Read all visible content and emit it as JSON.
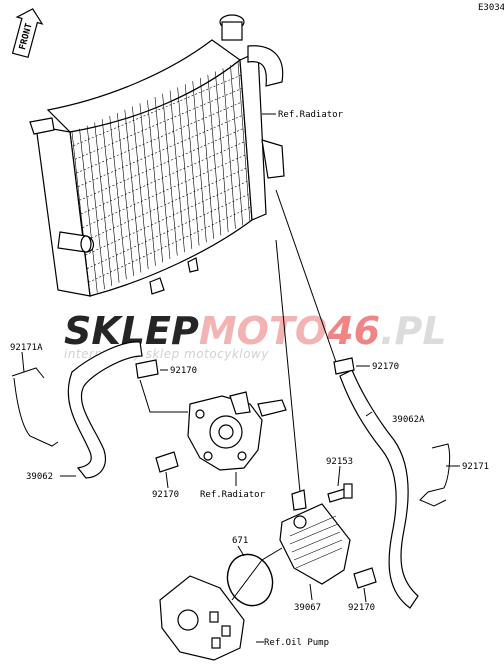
{
  "diagram": {
    "code": "E3034",
    "front_label": "FRONT",
    "watermark": {
      "brand_a": "SKLEP",
      "brand_b": "MOTO",
      "brand_c": "46",
      "brand_d": ".PL",
      "subtitle": "internetowy sklep motocyklowy"
    },
    "labels": {
      "ref_radiator_top": "Ref.Radiator",
      "ref_radiator_mid": "Ref.Radiator",
      "ref_oil_pump": "Ref.Oil Pump",
      "p92171a": "92171A",
      "p92170_a": "92170",
      "p92170_b": "92170",
      "p92170_c": "92170",
      "p92170_d": "92170",
      "p39062": "39062",
      "p39062a": "39062A",
      "p92171": "92171",
      "p92153": "92153",
      "p671": "671",
      "p39067": "39067"
    }
  }
}
